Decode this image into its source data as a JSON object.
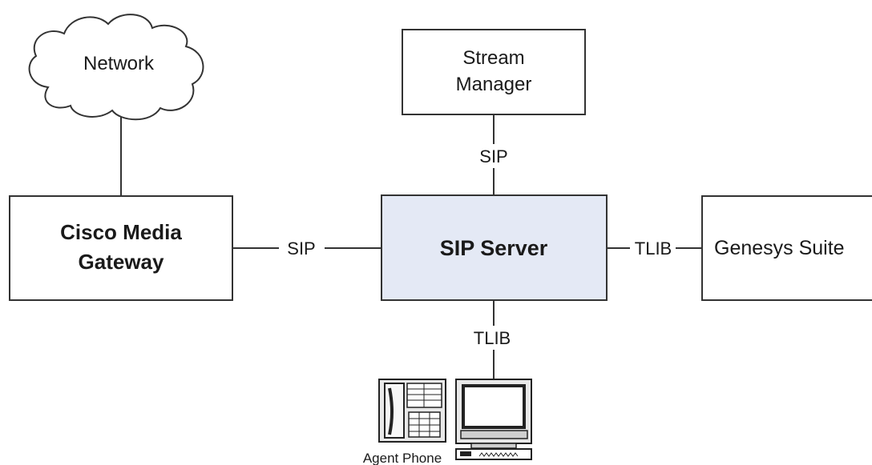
{
  "nodes": {
    "network": {
      "label": "Network"
    },
    "stream_manager": {
      "line1": "Stream",
      "line2": "Manager"
    },
    "cisco_gateway": {
      "line1": "Cisco Media",
      "line2": "Gateway"
    },
    "sip_server": {
      "label": "SIP Server"
    },
    "genesys_suite": {
      "label": "Genesys Suite"
    },
    "agent_phone": {
      "label": "Agent Phone"
    }
  },
  "connections": {
    "stream_to_sip": "SIP",
    "gateway_to_sip": "SIP",
    "sip_to_genesys": "TLIB",
    "sip_to_agent": "TLIB"
  },
  "colors": {
    "sip_server_fill": "#e4e9f5",
    "stroke": "#333333",
    "box_fill": "#ffffff"
  },
  "icons": [
    "cloud-icon",
    "desk-phone-icon",
    "computer-monitor-icon",
    "keyboard-icon"
  ]
}
